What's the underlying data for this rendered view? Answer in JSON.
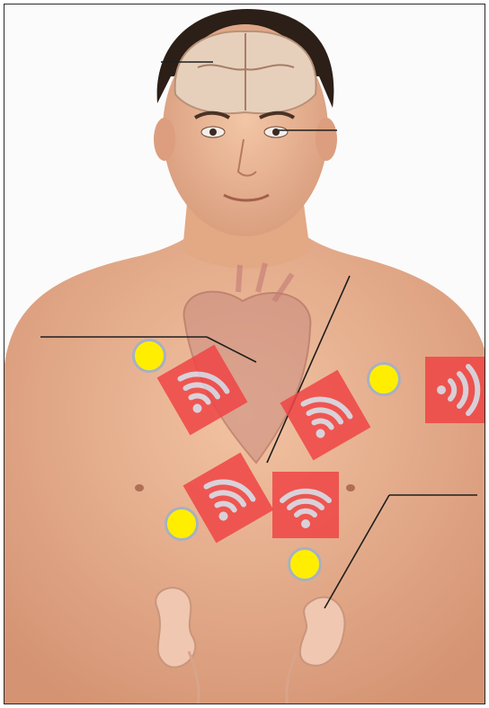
{
  "figure": {
    "colors": {
      "skin": "#e9b391",
      "skin_shadow": "#d89a78",
      "hair": "#2b1f17",
      "brain": "#e6d0bc",
      "heart": "#c98a7e",
      "kidney": "#f0c7b0",
      "rf_tile": "#f04545",
      "rf_wave": "#d7d7e6",
      "sensor_fill": "#ffee00",
      "sensor_ring": "#a8b0c3",
      "leader_line": "#1e1e1e"
    }
  },
  "rf_tiles": [
    {
      "id": "rf-1",
      "icon": "wireless-signal-icon"
    },
    {
      "id": "rf-2",
      "icon": "wireless-signal-icon"
    },
    {
      "id": "rf-3",
      "icon": "wireless-signal-icon"
    },
    {
      "id": "rf-4",
      "icon": "wireless-signal-icon"
    },
    {
      "id": "rf-5",
      "icon": "wifi-icon"
    }
  ],
  "sensors": [
    {
      "id": "sensor-1"
    },
    {
      "id": "sensor-2"
    },
    {
      "id": "sensor-3"
    },
    {
      "id": "sensor-4"
    }
  ],
  "leader_lines": [
    {
      "id": "line-brain"
    },
    {
      "id": "line-eye"
    },
    {
      "id": "line-heart"
    },
    {
      "id": "line-chest"
    },
    {
      "id": "line-kidney"
    }
  ]
}
